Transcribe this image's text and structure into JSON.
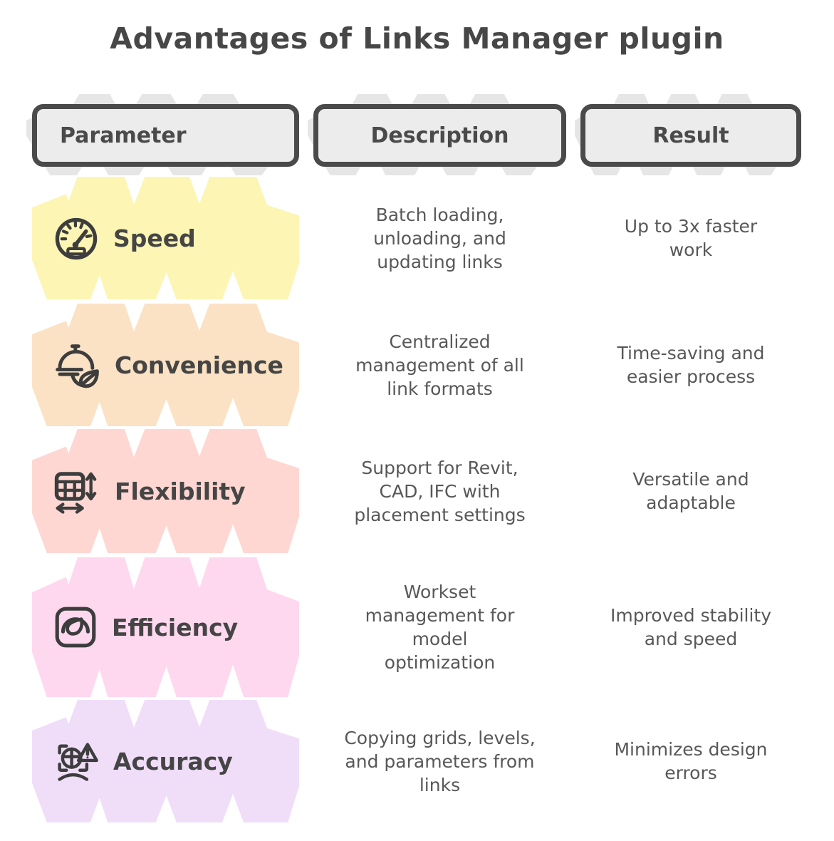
{
  "title": "Advantages of Links Manager plugin",
  "colors": {
    "background": "#ffffff",
    "title_text": "#474747",
    "body_text": "#58585a",
    "box_border": "#4a4a4a",
    "box_fill": "#ececec",
    "header_scribble": "#e6e6e6",
    "icon_stroke": "#3d3d3d"
  },
  "table": {
    "headers": [
      {
        "label": "Parameter"
      },
      {
        "label": "Description"
      },
      {
        "label": "Result"
      }
    ],
    "rows": [
      {
        "parameter": "Speed",
        "icon": "speedometer-icon",
        "highlight": "#fcf5b4",
        "description": "Batch loading,\nunloading, and\nupdating links",
        "result": "Up to 3x faster\nwork"
      },
      {
        "parameter": "Convenience",
        "icon": "cloche-leaf-icon",
        "highlight": "#fbe2c4",
        "description": "Centralized\nmanagement of all\nlink formats",
        "result": "Time-saving and\neasier process"
      },
      {
        "parameter": "Flexibility",
        "icon": "table-resize-icon",
        "highlight": "#fed7d3",
        "description": "Support for Revit,\nCAD, IFC with\nplacement settings",
        "result": "Versatile and\nadaptable"
      },
      {
        "parameter": "Efficiency",
        "icon": "gauge-icon",
        "highlight": "#fed8ee",
        "description": "Workset\nmanagement for\nmodel\noptimization",
        "result": "Improved stability\nand speed"
      },
      {
        "parameter": "Accuracy",
        "icon": "scan-alert-icon",
        "highlight": "#f0def9",
        "description": "Copying grids, levels,\nand parameters from\nlinks",
        "result": "Minimizes design\nerrors"
      }
    ]
  }
}
